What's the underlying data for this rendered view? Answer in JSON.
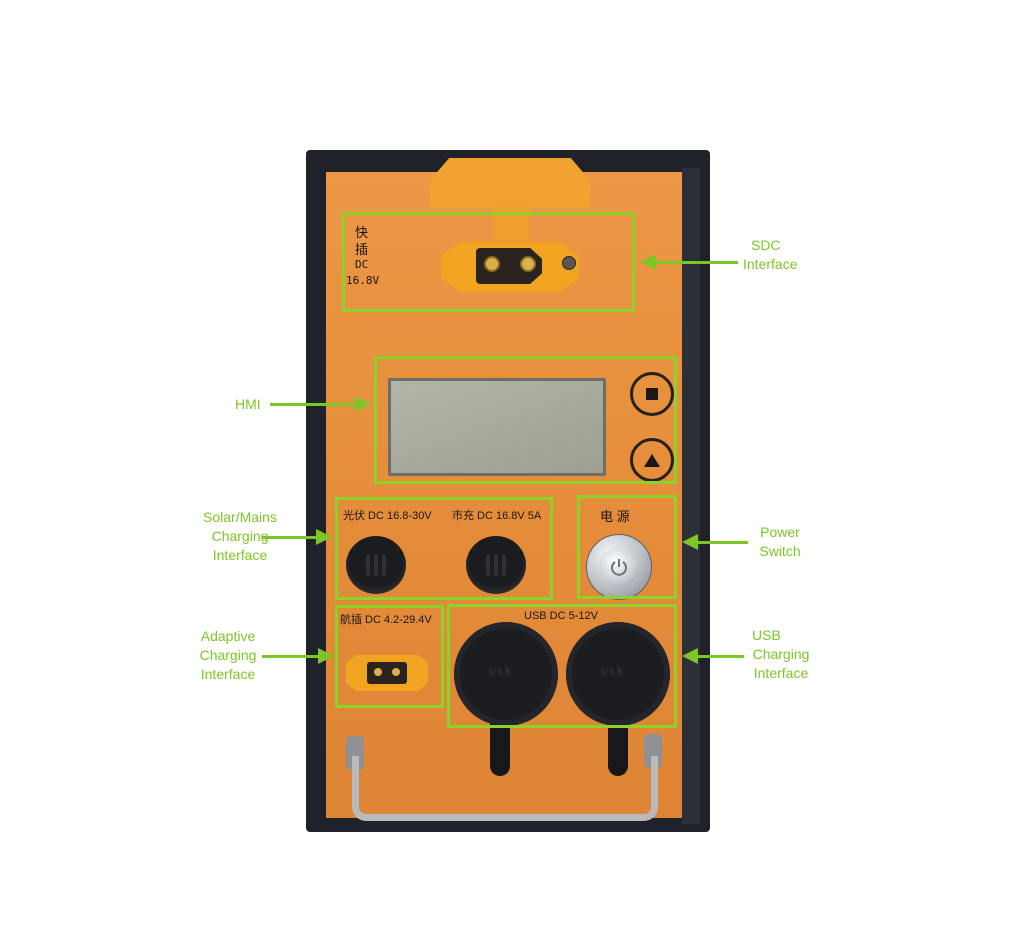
{
  "panel_labels": {
    "sdc_line1": "快",
    "sdc_line2": "插",
    "sdc_line3": "DC",
    "sdc_line4": "16.8V",
    "solar_port": "光伏 DC 16.8-30V",
    "mains_port": "市充 DC 16.8V 5A",
    "power": "电 源",
    "aviation_port": "航插 DC 4.2-29.4V",
    "usb_port": "USB DC 5-12V",
    "usb_cap_text": "USB"
  },
  "annotations": {
    "sdc": [
      "SDC",
      "Interface"
    ],
    "hmi": [
      "HMI"
    ],
    "solar_mains": [
      "Solar/Mains",
      "Charging",
      "Interface"
    ],
    "power_switch": [
      "Power",
      "Switch"
    ],
    "adaptive": [
      "Adaptive",
      "Charging",
      "Interface"
    ],
    "usb": [
      "USB",
      "Charging",
      "Interface"
    ]
  },
  "hmi_buttons": {
    "top_icon": "stop-square-icon",
    "bottom_icon": "up-triangle-icon"
  },
  "colors": {
    "panel": "#e8923f",
    "case": "#1f2228",
    "connector": "#f0a41f",
    "annotation_green": "#7dc626",
    "frame_green": "#8bd22a"
  }
}
